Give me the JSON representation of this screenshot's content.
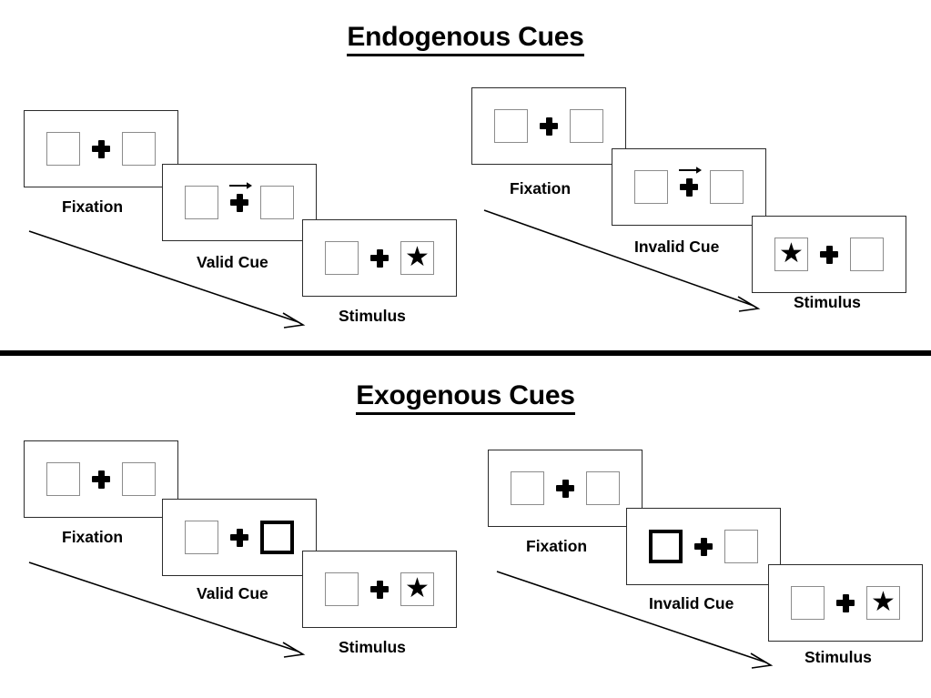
{
  "figure": {
    "title_endogenous": "Endogenous Cues",
    "title_exogenous": "Exogenous Cues",
    "divider_color": "#000000",
    "panel_border_color": "#2b2b2b",
    "placeholder_box_border_color": "#8c8c8c",
    "cued_box_border_color": "#000000",
    "star_glyph": "★",
    "arrow_cue_direction": "right"
  },
  "sections": [
    {
      "id": "endogenous",
      "title": "Endogenous Cues",
      "conditions": [
        {
          "id": "endo-valid",
          "condition_label": "Valid Cue",
          "steps": [
            {
              "name": "fixation",
              "label": "Fixation",
              "left_box": "empty",
              "right_box": "empty",
              "cue": "none"
            },
            {
              "name": "cue",
              "label": "Valid Cue",
              "left_box": "empty",
              "right_box": "empty",
              "cue": "arrow-right"
            },
            {
              "name": "stimulus",
              "label": "Stimulus",
              "left_box": "empty",
              "right_box": "star",
              "cue": "none"
            }
          ]
        },
        {
          "id": "endo-invalid",
          "condition_label": "Invalid Cue",
          "steps": [
            {
              "name": "fixation",
              "label": "Fixation",
              "left_box": "empty",
              "right_box": "empty",
              "cue": "none"
            },
            {
              "name": "cue",
              "label": "Invalid Cue",
              "left_box": "empty",
              "right_box": "empty",
              "cue": "arrow-right"
            },
            {
              "name": "stimulus",
              "label": "Stimulus",
              "left_box": "star",
              "right_box": "empty",
              "cue": "none"
            }
          ]
        }
      ]
    },
    {
      "id": "exogenous",
      "title": "Exogenous Cues",
      "conditions": [
        {
          "id": "exo-valid",
          "condition_label": "Valid Cue",
          "steps": [
            {
              "name": "fixation",
              "label": "Fixation",
              "left_box": "empty",
              "right_box": "empty",
              "cue": "none"
            },
            {
              "name": "cue",
              "label": "Valid Cue",
              "left_box": "empty",
              "right_box": "highlighted",
              "cue": "box-flash-right"
            },
            {
              "name": "stimulus",
              "label": "Stimulus",
              "left_box": "empty",
              "right_box": "star",
              "cue": "none"
            }
          ]
        },
        {
          "id": "exo-invalid",
          "condition_label": "Invalid Cue",
          "steps": [
            {
              "name": "fixation",
              "label": "Fixation",
              "left_box": "empty",
              "right_box": "empty",
              "cue": "none"
            },
            {
              "name": "cue",
              "label": "Invalid Cue",
              "left_box": "highlighted",
              "right_box": "empty",
              "cue": "box-flash-left"
            },
            {
              "name": "stimulus",
              "label": "Stimulus",
              "left_box": "empty",
              "right_box": "star",
              "cue": "none"
            }
          ]
        }
      ]
    }
  ]
}
